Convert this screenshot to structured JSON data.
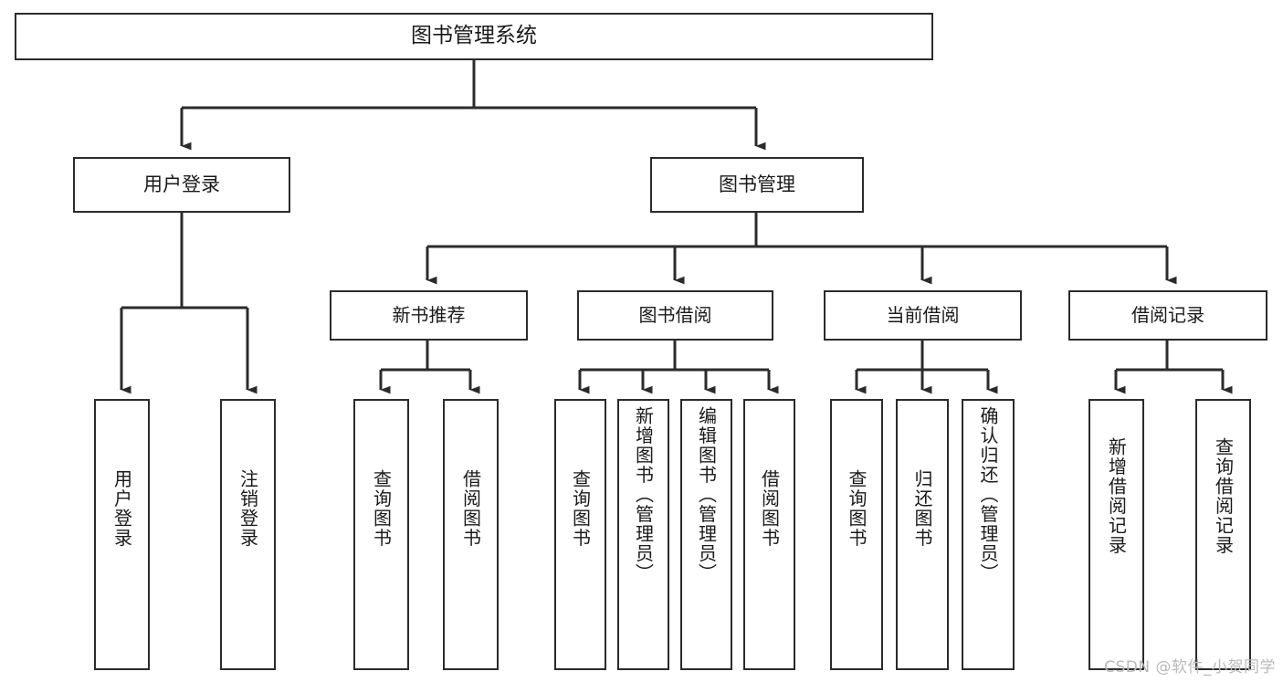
{
  "diagram": {
    "type": "tree-hierarchy",
    "title": "图书管理系统",
    "root": {
      "id": "root",
      "label": "图书管理系统",
      "level": 1
    },
    "level2": [
      {
        "id": "user-login",
        "label": "用户登录",
        "level": 2
      },
      {
        "id": "book-manage",
        "label": "图书管理",
        "level": 2
      }
    ],
    "level3": [
      {
        "id": "new-book-rec",
        "label": "新书推荐",
        "level": 3,
        "parent": "book-manage"
      },
      {
        "id": "book-borrow",
        "label": "图书借阅",
        "level": 3,
        "parent": "book-manage"
      },
      {
        "id": "current-borrow",
        "label": "当前借阅",
        "level": 3,
        "parent": "book-manage"
      },
      {
        "id": "borrow-record",
        "label": "借阅记录",
        "level": 3,
        "parent": "book-manage"
      }
    ],
    "leaves": [
      {
        "id": "leaf-user-login",
        "label": "用户登录",
        "parent": "user-login"
      },
      {
        "id": "leaf-user-logout",
        "label": "注销登录",
        "parent": "user-login"
      },
      {
        "id": "leaf-query-book-1",
        "label": "查询图书",
        "parent": "new-book-rec"
      },
      {
        "id": "leaf-borrow-book-1",
        "label": "借阅图书",
        "parent": "new-book-rec"
      },
      {
        "id": "leaf-query-book-2",
        "label": "查询图书",
        "parent": "book-borrow"
      },
      {
        "id": "leaf-add-book",
        "label": "新增图书（管理员）",
        "parent": "book-borrow"
      },
      {
        "id": "leaf-edit-book",
        "label": "编辑图书（管理员）",
        "parent": "book-borrow"
      },
      {
        "id": "leaf-borrow-book-2",
        "label": "借阅图书",
        "parent": "book-borrow"
      },
      {
        "id": "leaf-query-book-3",
        "label": "查询图书",
        "parent": "current-borrow"
      },
      {
        "id": "leaf-return-book",
        "label": "归还图书",
        "parent": "current-borrow"
      },
      {
        "id": "leaf-confirm-return",
        "label": "确认归还（管理员）",
        "parent": "current-borrow"
      },
      {
        "id": "leaf-add-record",
        "label": "新增借阅记录",
        "parent": "borrow-record"
      },
      {
        "id": "leaf-query-record",
        "label": "查询借阅记录",
        "parent": "borrow-record"
      }
    ],
    "watermark": "CSDN @软件_小贺同学",
    "colors": {
      "stroke": "#2b2b2b",
      "background": "#ffffff",
      "text": "#1a1a1a",
      "watermark": "#b9b9b9"
    }
  }
}
